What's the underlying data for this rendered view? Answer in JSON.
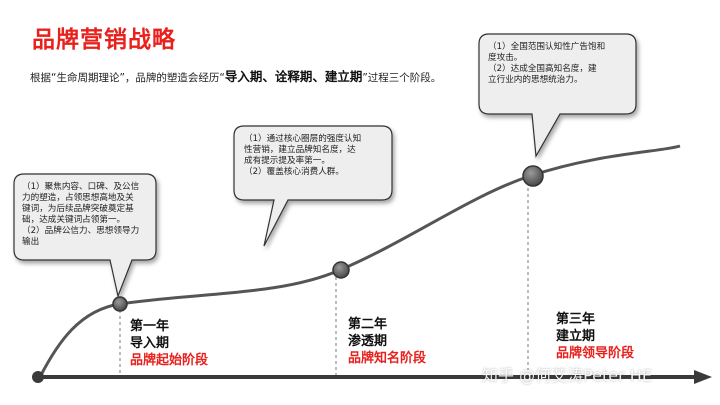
{
  "title": "品牌营销战略",
  "intro": {
    "prefix": "根据“生命周期理论”，品牌的塑造会经历“",
    "highlight": "导入期、诠释期、建立期",
    "suffix": "”过程三个阶段。"
  },
  "bubbles": [
    {
      "lines": [
        "（1）聚焦内容、口碑、及公信",
        "力的塑造，占领思想高地及关",
        "键词，为后续品牌突破奠定基",
        "础，达成关键词占领第一。",
        "（2）品牌公信力、思想领导力",
        "输出"
      ]
    },
    {
      "lines": [
        "（1）通过核心圈层的强度认知",
        "性营销，建立品牌知名度，达",
        "成有提示提及率第一。",
        "（2）覆盖核心消费人群。"
      ]
    },
    {
      "lines": [
        "（1）全国范围认知性广告饱和",
        "度攻击。",
        "（2）达成全国高知名度，建",
        "立行业内的思想统治力。"
      ]
    }
  ],
  "stages": [
    {
      "year": "第一年",
      "phase": "导入期",
      "name": "品牌起始阶段"
    },
    {
      "year": "第二年",
      "phase": "渗透期",
      "name": "品牌知名阶段"
    },
    {
      "year": "第三年",
      "phase": "建立期",
      "name": "品牌领导阶段"
    }
  ],
  "watermark": "知乎 @何艾涛Peter HE",
  "colors": {
    "title": "#e8211d",
    "axis": "#3a3a3a",
    "curve": "#555555",
    "bubble_fill": "#eeeeee",
    "bubble_stroke": "#333333"
  }
}
